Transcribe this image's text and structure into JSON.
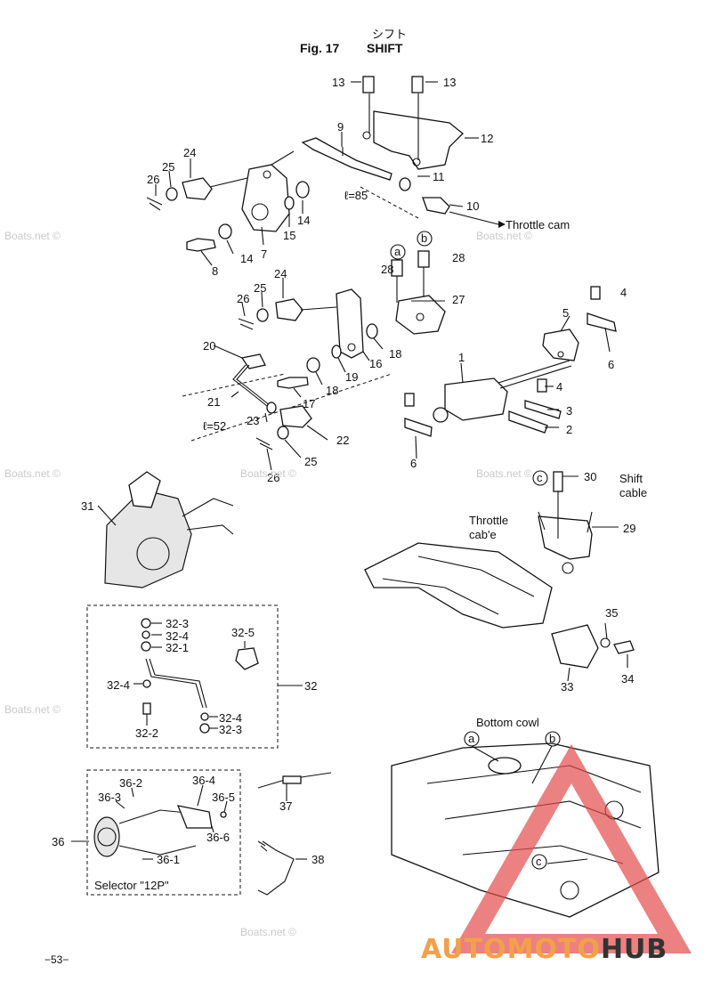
{
  "header": {
    "japanese_title": "シフト",
    "figure": "Fig. 17",
    "title": "SHIFT"
  },
  "callouts": {
    "p13a": "13",
    "p13b": "13",
    "p12": "12",
    "p9": "9",
    "p11": "11",
    "p10": "10",
    "p24a": "24",
    "p25a": "25",
    "p26a": "26",
    "p14a": "14",
    "p15": "15",
    "p14b": "14",
    "p7": "7",
    "p8": "8",
    "p28a": "28",
    "p28b": "28",
    "p27": "27",
    "p4a": "4",
    "p5": "5",
    "p6a": "6",
    "p24b": "24",
    "p25b": "25",
    "p26b": "26",
    "p20": "20",
    "p16": "16",
    "p18a": "18",
    "p18b": "18",
    "p19": "19",
    "p17": "17",
    "p21": "21",
    "p1": "1",
    "p4b": "4",
    "p3": "3",
    "p2": "2",
    "p23": "23",
    "p22": "22",
    "p25c": "25",
    "p26c": "26",
    "p6b": "6",
    "p31": "31",
    "p30": "30",
    "p29": "29",
    "p35": "35",
    "p34": "34",
    "p33": "33",
    "p32_3a": "32-3",
    "p32_4a": "32-4",
    "p32_1": "32-1",
    "p32_5": "32-5",
    "p32_4b": "32-4",
    "p32": "32",
    "p32_2": "32-2",
    "p32_4c": "32-4",
    "p32_3b": "32-3",
    "p36_2": "36-2",
    "p36_4": "36-4",
    "p36_3": "36-3",
    "p36_5": "36-5",
    "p36": "36",
    "p36_6": "36-6",
    "p36_1": "36-1",
    "p37": "37",
    "p38": "38"
  },
  "letters": {
    "a1": "a",
    "b1": "b",
    "c1": "c",
    "a2": "a",
    "b2": "b",
    "c2": "c"
  },
  "labels": {
    "length_85": "ℓ=85",
    "length_52": "ℓ=52",
    "throttle_cam": "Throttle cam",
    "shift_cable": "Shift\ncable",
    "throttle_cable": "Throttle\ncab'e",
    "bottom_cowl": "Bottom cowl",
    "selector": "Selector  \"12P\""
  },
  "watermarks": {
    "w1": "Boats.net ©",
    "w2": "Boats.net ©",
    "w3": "Boats.net ©",
    "w4": "Boats.net ©",
    "w5": "Boats.net ©",
    "w6": "Boats.net ©",
    "w7": "Boats.net ©"
  },
  "footer": {
    "page": "−53−"
  },
  "logo": {
    "text": "AUTOMOTOHUB",
    "orange": "#f2a14a",
    "dark": "#333333",
    "red": "#e34b4b"
  }
}
